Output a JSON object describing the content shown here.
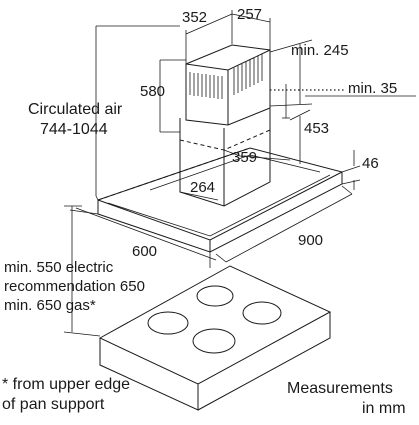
{
  "dimensions": {
    "chimney_width": "352",
    "chimney_depth": "257",
    "min_245": "min. 245",
    "height_580": "580",
    "min_35": "min. 35",
    "dim_453": "453",
    "dim_359": "359",
    "dim_264": "264",
    "canopy_thickness": "46",
    "hood_width": "900",
    "hood_depth": "600"
  },
  "labels": {
    "circulated_air": "Circulated air",
    "circulated_air_range": "744-1044",
    "min_550_electric": "min. 550 electric",
    "recommendation_650": "recommendation 650",
    "min_650_gas": "min. 650 gas*",
    "footnote_line1": "* from upper edge",
    "footnote_line2": "of pan support",
    "units_line1": "Measurements",
    "units_line2": "in mm"
  }
}
